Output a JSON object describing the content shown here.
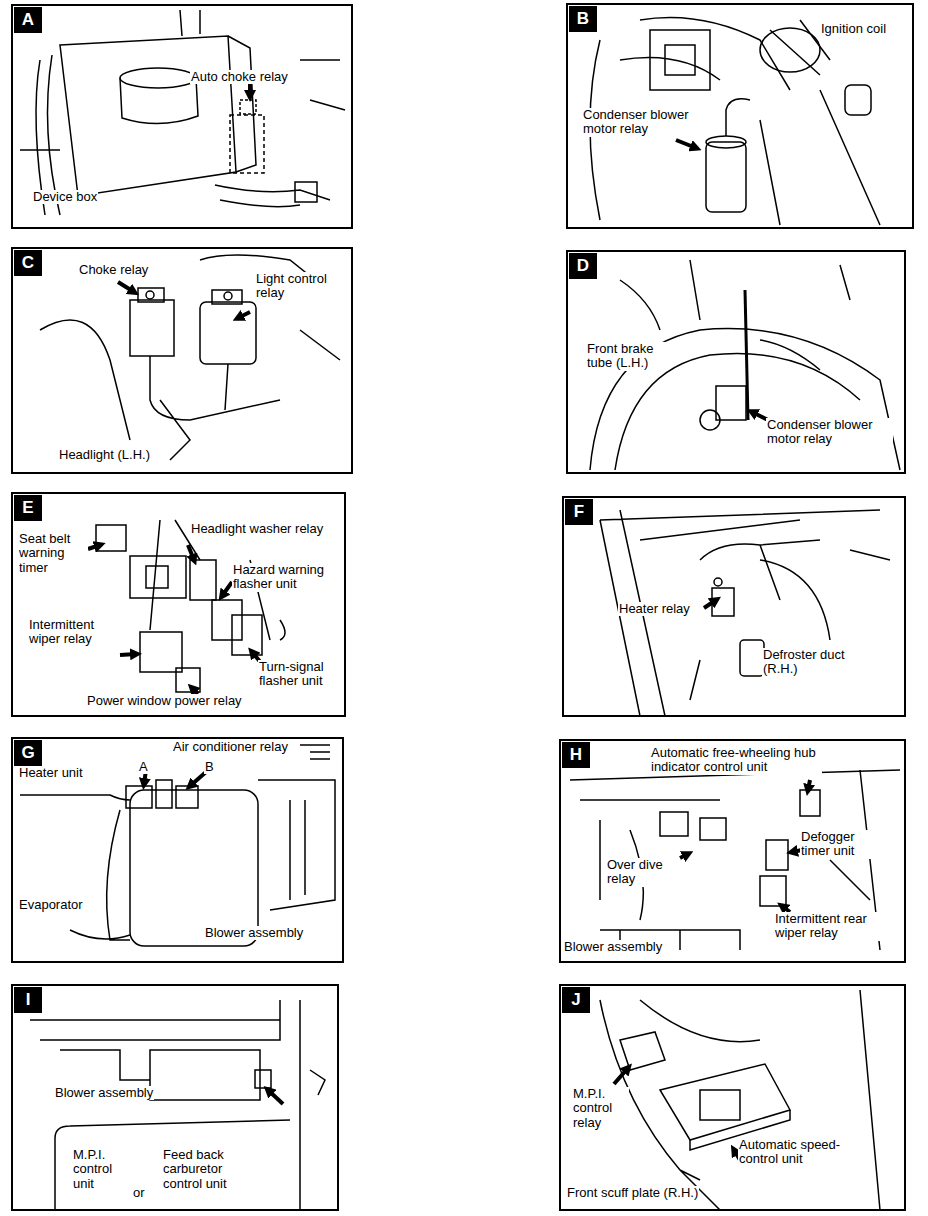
{
  "diagram": {
    "nodes": [
      {
        "text": [
          "A"
        ]
      },
      {
        "text": [
          "B"
        ]
      },
      {
        "text": [
          "C"
        ]
      },
      {
        "text": [
          "D"
        ]
      },
      {
        "text": [
          "E"
        ]
      },
      {
        "text": [
          "F"
        ]
      },
      {
        "text": [
          "G"
        ]
      },
      {
        "text": [
          "H"
        ]
      },
      {
        "text": [
          "I"
        ]
      },
      {
        "text": [
          "J"
        ]
      }
    ],
    "labels": [
      "Auto choke relay",
      "Device box",
      "Ignition coil",
      "Condenser blower motor relay",
      "Choke relay",
      "Light control relay",
      "Headlight (L.H.)",
      "Front brake tube (L.H.)",
      "Condenser blower motor relay",
      "Seat belt warning timer",
      "Headlight washer relay",
      "Hazard warning flasher unit",
      "Intermittent wiper relay",
      "Turn-signal flasher unit",
      "Power window power relay",
      "Heater relay",
      "Defroster duct (R.H.)",
      "Air conditioner relay",
      "A",
      "B",
      "Heater unit",
      "Evaporator",
      "Blower assembly",
      "Automatic free-wheeling hub indicator control unit",
      "Defogger timer unit",
      "Over dive relay",
      "Intermittent rear wiper relay",
      "Blower assembly",
      "Blower assembly",
      "M.P.I. control unit",
      "or",
      "Feed back carburetor control unit",
      "M.P.I. control relay",
      "Automatic speed-control unit",
      "Front scuff plate (R.H.)"
    ]
  }
}
